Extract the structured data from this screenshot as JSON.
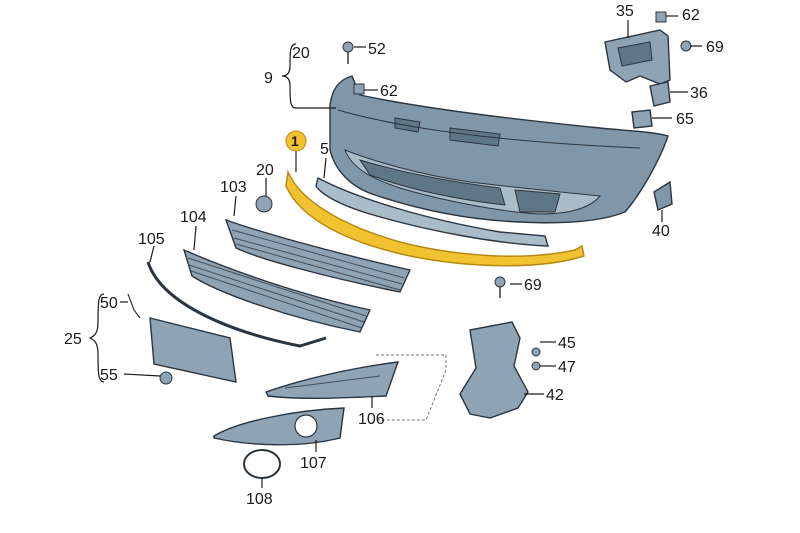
{
  "diagram": {
    "labels": {
      "l1": "1",
      "l5": "5",
      "l9": "9",
      "l20a": "20",
      "l20b": "20",
      "l25": "25",
      "l35": "35",
      "l36": "36",
      "l40": "40",
      "l42": "42",
      "l45": "45",
      "l47": "47",
      "l50": "50",
      "l52": "52",
      "l55": "55",
      "l62a": "62",
      "l62b": "62",
      "l65": "65",
      "l69a": "69",
      "l69b": "69",
      "l103": "103",
      "l104": "104",
      "l105": "105",
      "l106": "106",
      "l107": "107",
      "l108": "108"
    },
    "colors": {
      "bumper": "#7f97a8",
      "bumper_light": "#a9bcc9",
      "parts": "#8ea3b3",
      "highlight": "#f2c230"
    },
    "highlighted_part": "1"
  }
}
